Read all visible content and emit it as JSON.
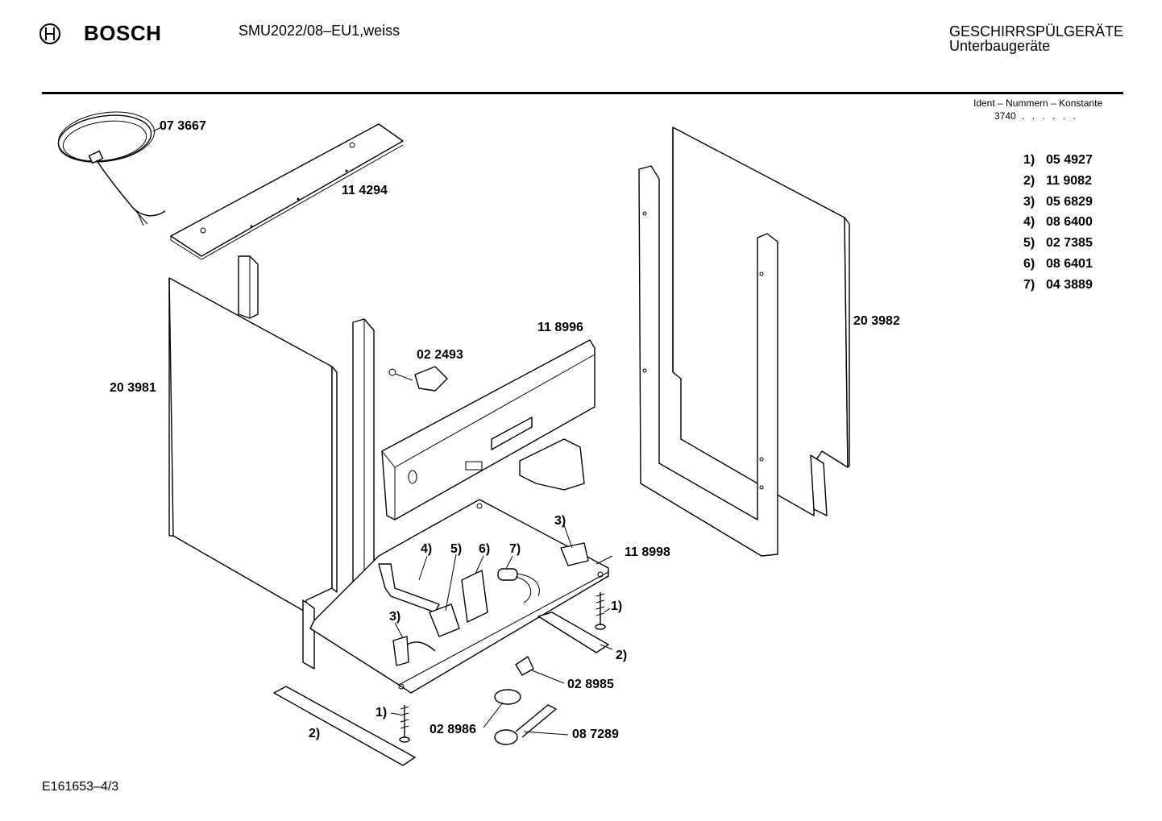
{
  "header": {
    "brand": "BOSCH",
    "model": "SMU2022/08–EU1,weiss",
    "category_line1": "GESCHIRRSPÜLGERÄTE",
    "category_line2": "Unterbaugeräte"
  },
  "ident": {
    "title": "Ident – Nummern – Konstante",
    "value": "3740",
    "dots": ". . . . . ."
  },
  "variants": [
    {
      "num": "1)",
      "code": "05 4927"
    },
    {
      "num": "2)",
      "code": "11 9082"
    },
    {
      "num": "3)",
      "code": "05 6829"
    },
    {
      "num": "4)",
      "code": "08 6400"
    },
    {
      "num": "5)",
      "code": "02 7385"
    },
    {
      "num": "6)",
      "code": "08 6401"
    },
    {
      "num": "7)",
      "code": "04 3889"
    }
  ],
  "parts": {
    "cable": "07 3667",
    "top_strip": "11 4294",
    "side_panel_left": "20 3981",
    "side_panel_right": "20 3982",
    "back_rail": "11 8996",
    "clip": "02 2493",
    "base_plate": "11 8998",
    "switch": "02 8985",
    "float": "02 8986",
    "float_holder": "08 7289"
  },
  "callouts": {
    "c1a": "1)",
    "c1b": "1)",
    "c2a": "2)",
    "c2b": "2)",
    "c3a": "3)",
    "c3b": "3)",
    "c4": "4)",
    "c5": "5)",
    "c6": "6)",
    "c7": "7)"
  },
  "footer": {
    "drawing_id": "E161653–4/3"
  }
}
